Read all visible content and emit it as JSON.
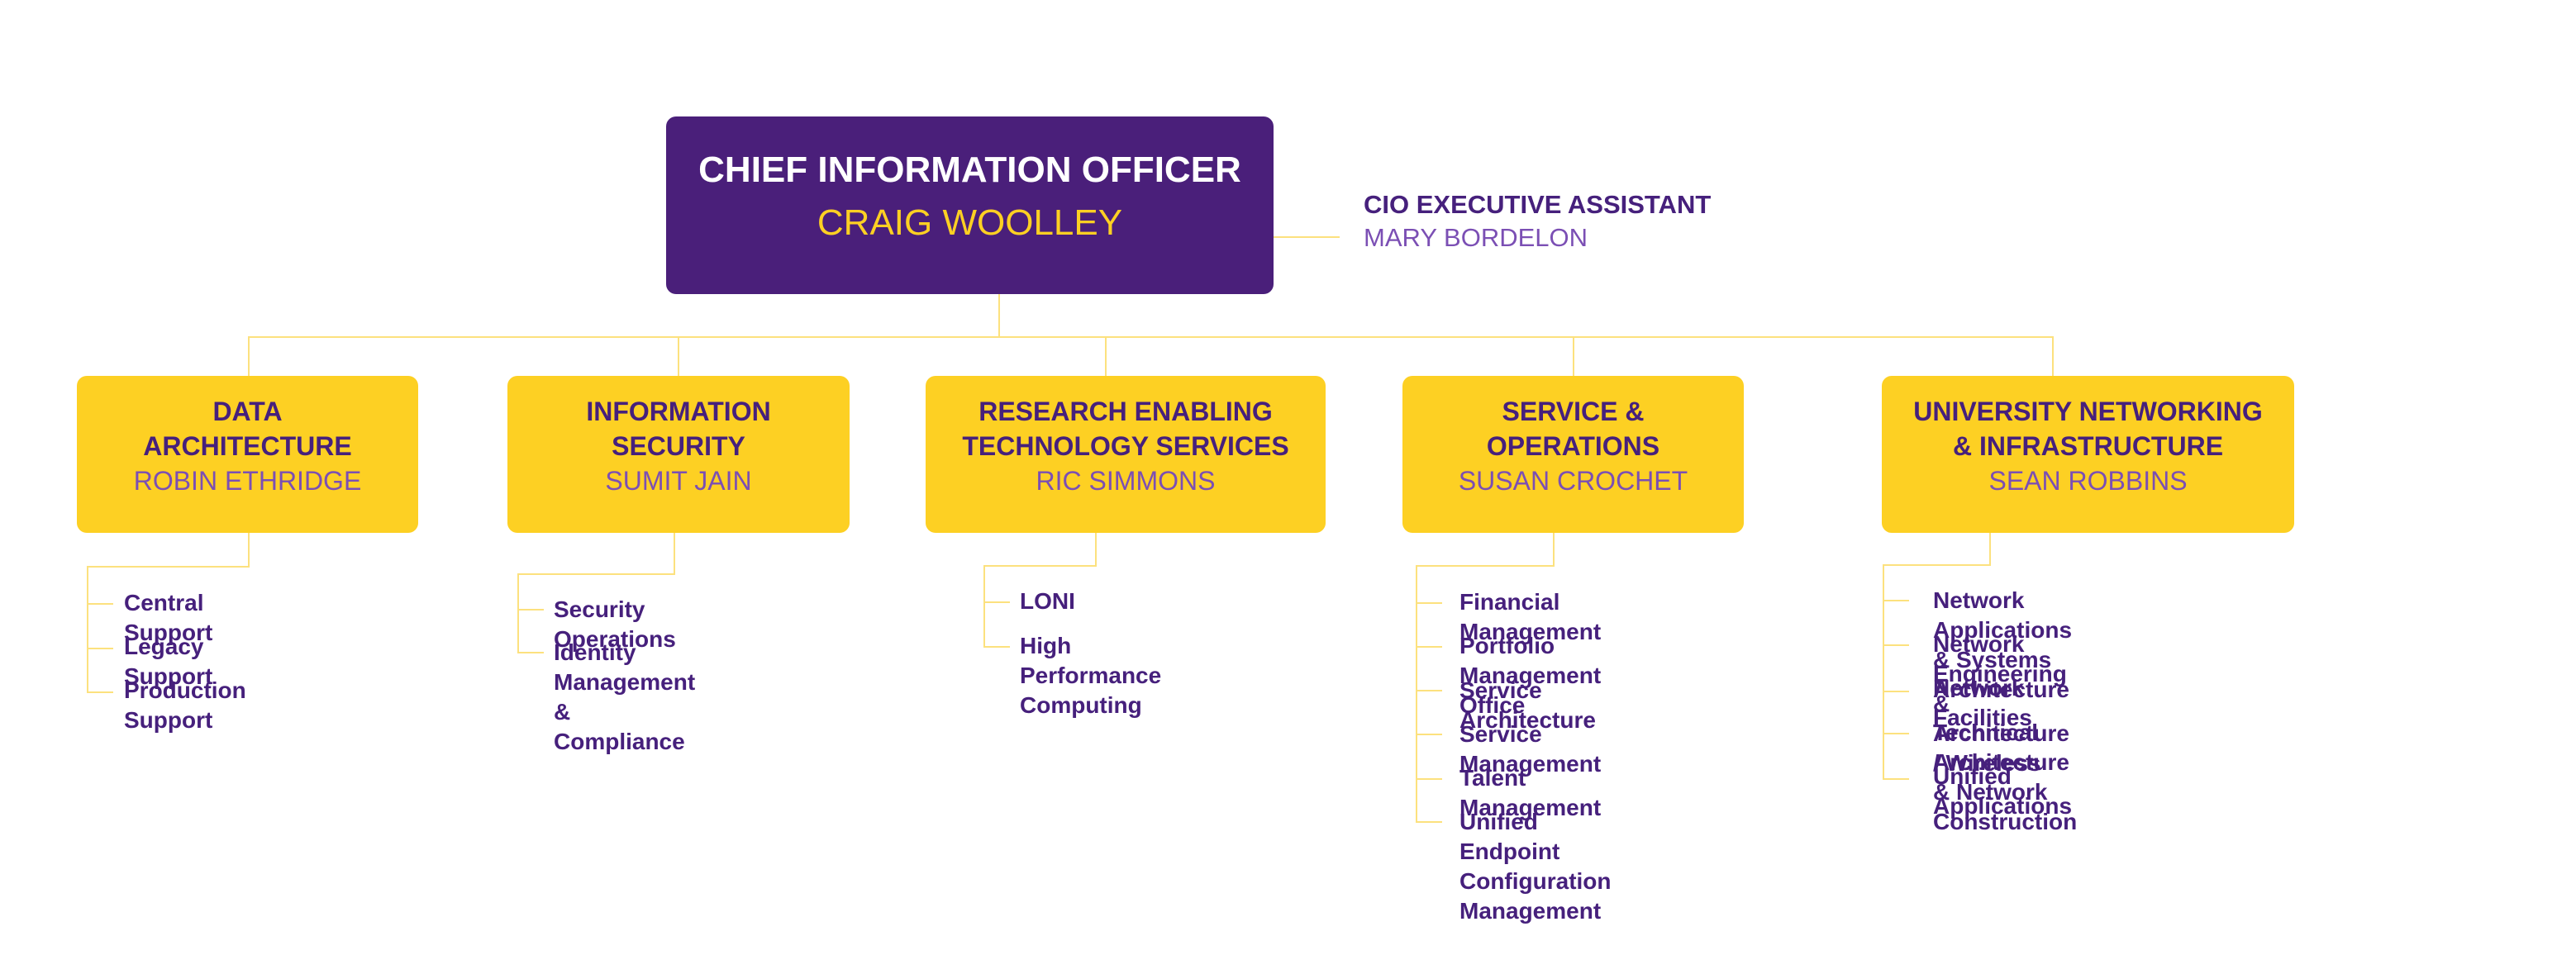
{
  "chart": {
    "root": {
      "title": "CHIEF INFORMATION OFFICER",
      "name": "CRAIG WOOLLEY"
    },
    "assistant": {
      "title": "CIO EXECUTIVE ASSISTANT",
      "name": "MARY BORDELON"
    },
    "departments": [
      {
        "title": "DATA\nARCHITECTURE",
        "head": "ROBIN ETHRIDGE",
        "units": [
          "Central Support",
          "Legacy Support",
          "Production Support"
        ]
      },
      {
        "title": "INFORMATION\nSECURITY",
        "head": "SUMIT JAIN",
        "units": [
          "Security Operations",
          "Identity Management\n& Compliance"
        ]
      },
      {
        "title": "RESEARCH ENABLING\nTECHNOLOGY SERVICES",
        "head": "RIC SIMMONS",
        "units": [
          "LONI",
          "High Performance Computing"
        ]
      },
      {
        "title": "SERVICE &\nOPERATIONS",
        "head": "SUSAN CROCHET",
        "units": [
          "Financial Management",
          "Portfolio Management Office",
          "Service Architecture",
          "Service Management",
          "Talent Management",
          "Unified Endpoint Configuration\nManagement"
        ]
      },
      {
        "title": "UNIVERSITY NETWORKING\n& INFRASTRUCTURE",
        "head": "SEAN ROBBINS",
        "units": [
          "Network Applications & Systems Architecture",
          "Network Engineering & Architecture / Wireless",
          "Network Facilities",
          "Technical Architecture & Network Construction",
          "Unified Applications"
        ]
      }
    ]
  },
  "colors": {
    "primary_purple": "#4A1F7A",
    "text_purple": "#46207C",
    "name_purple": "#7B4FB4",
    "gold": "#FDD023",
    "connector": "#FCE17E"
  }
}
